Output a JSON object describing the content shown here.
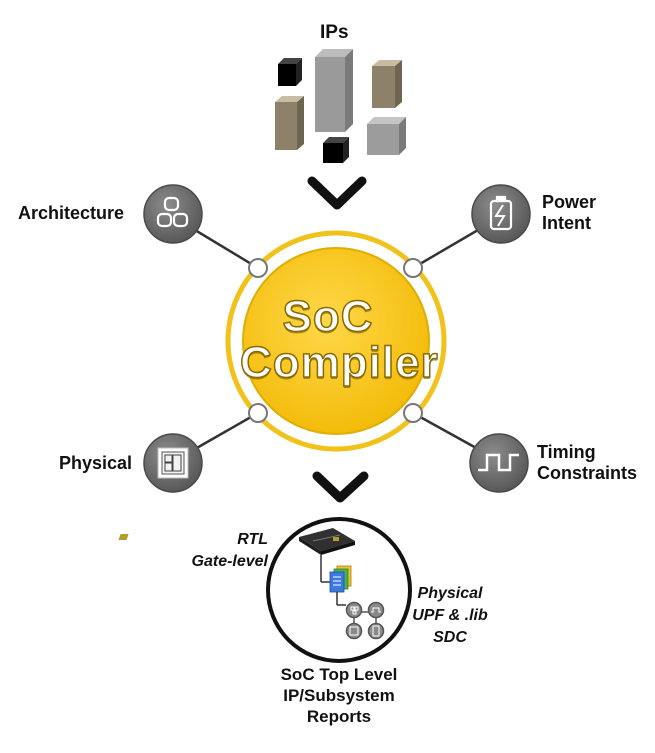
{
  "top": {
    "title": "IPs"
  },
  "center": {
    "line1": "SoC",
    "line2": "Compiler"
  },
  "nodes": {
    "architecture": {
      "label": "Architecture",
      "icon": "architecture-blocks-icon"
    },
    "power": {
      "line1": "Power",
      "line2": "Intent",
      "icon": "battery-icon"
    },
    "physical": {
      "label": "Physical",
      "icon": "floorplan-icon"
    },
    "timing": {
      "line1": "Timing",
      "line2": "Constraints",
      "icon": "clock-waveform-icon"
    }
  },
  "inputs_left": {
    "line1": "RTL",
    "line2": "Gate-level"
  },
  "outputs_right": {
    "line1": "Physical",
    "line2": "UPF & .lib",
    "line3": "SDC"
  },
  "bottom": {
    "line1": "SoC Top Level",
    "line2": "IP/Subsystem",
    "line3": "Reports"
  },
  "colors": {
    "accent": "#f5c416",
    "ring": "#f0c21a",
    "node": "#6e6e6e",
    "chevron": "#111111"
  }
}
